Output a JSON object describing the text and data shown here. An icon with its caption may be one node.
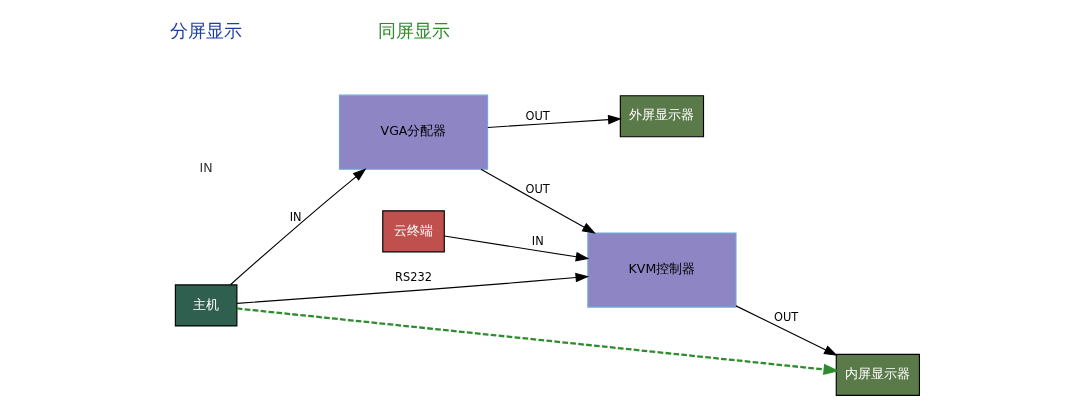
{
  "diagram": {
    "nodes": [
      {
        "text": [
          "外屏显示器"
        ]
      },
      {
        "text": [
          "云终端"
        ]
      },
      {
        "text": [
          "VGA分配器"
        ]
      },
      {
        "text": [
          "KVM控制器"
        ]
      },
      {
        "text": [
          "主机"
        ]
      },
      {
        "text": [
          "内屏显示器"
        ]
      }
    ],
    "edges": [
      {
        "from": 2,
        "to": 0,
        "arrow": "to",
        "label": "OUT"
      },
      {
        "from": 2,
        "to": 3,
        "arrow": "to",
        "label": "OUT"
      },
      {
        "from": 1,
        "to": 3,
        "arrow": "to",
        "label": "IN"
      },
      {
        "from": 4,
        "to": 2,
        "arrow": "to",
        "label": "IN"
      },
      {
        "from": 4,
        "to": 3,
        "arrow": "to",
        "label": "RS232"
      },
      {
        "from": 3,
        "to": 5,
        "arrow": "to",
        "label": "OUT"
      },
      {
        "from": 4,
        "to": 5,
        "arrow": "to",
        "style": "dashed",
        "color": "#2e8b2e"
      }
    ],
    "labels": [
      "IN",
      "分屏显示",
      "同屏显示"
    ]
  }
}
